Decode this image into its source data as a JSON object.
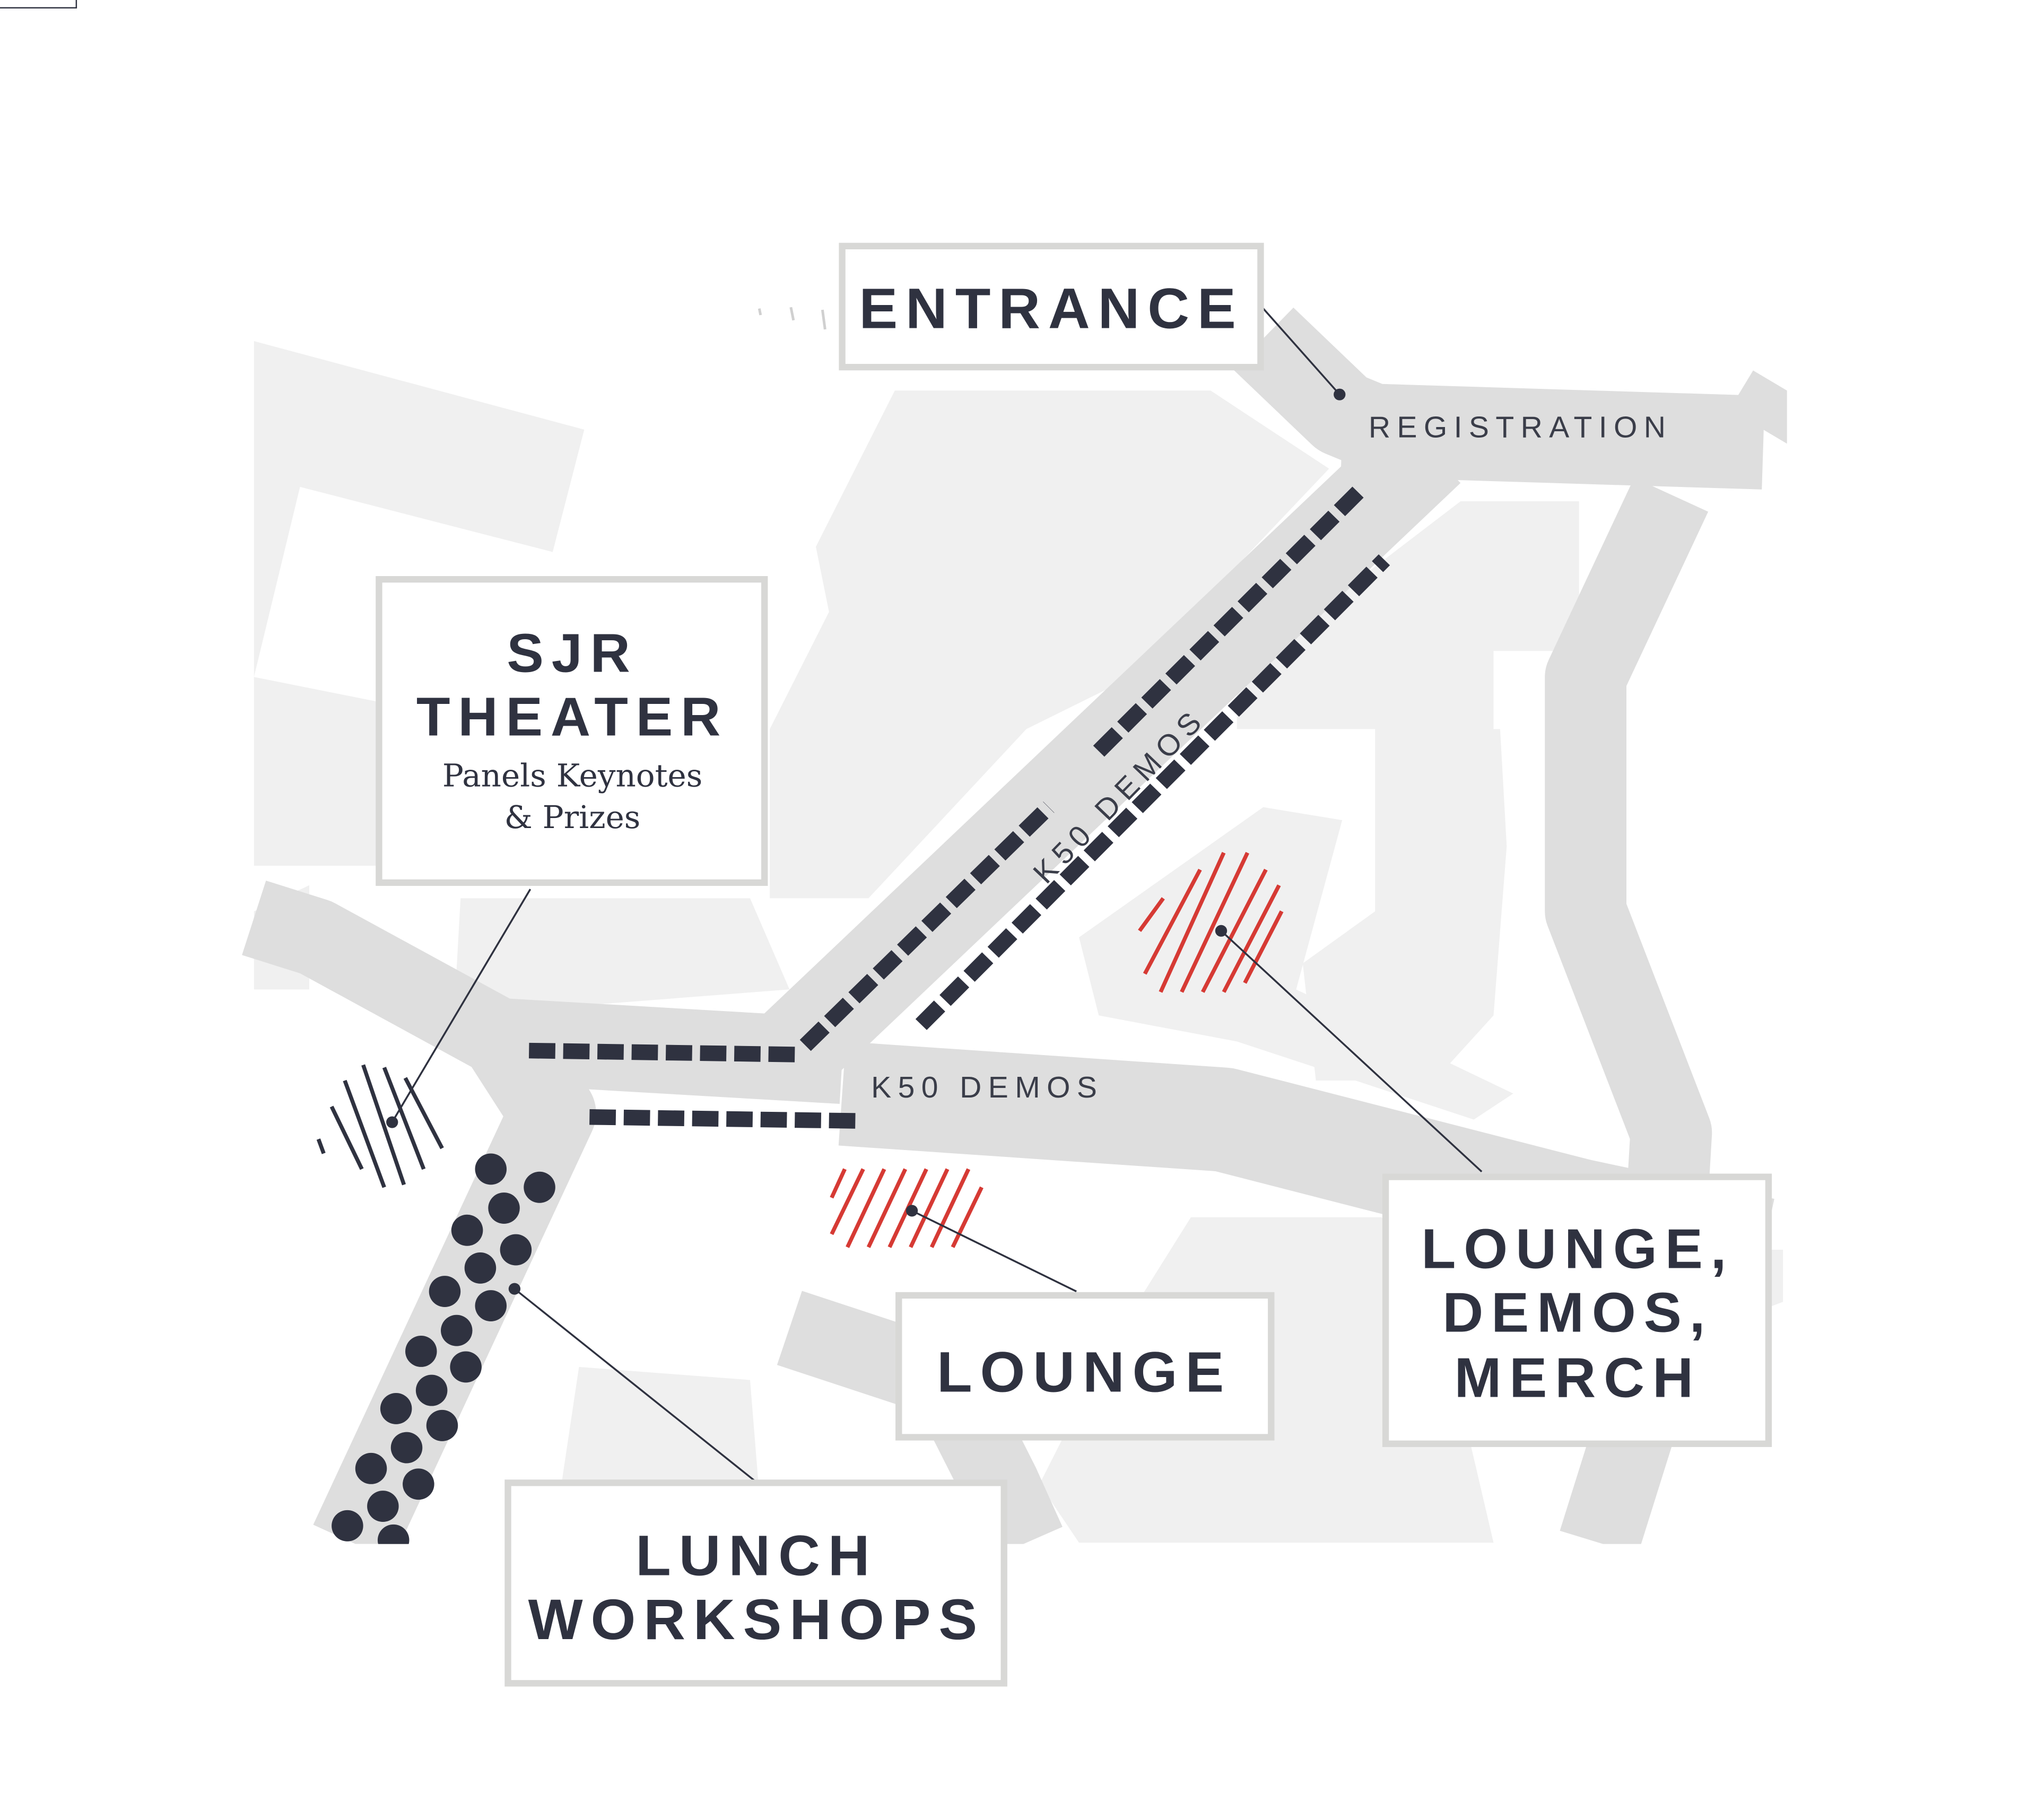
{
  "map": {
    "labels": {
      "entrance": "ENTRANCE",
      "registration": "REGISTRATION",
      "sjr_line1": "SJR",
      "sjr_line2": "THEATER",
      "sjr_sub1": "Panels Keynotes",
      "sjr_sub2": "& Prizes",
      "k50_diag": "K50 DEMOS",
      "k50_horiz": "K50 DEMOS",
      "lounge": "LOUNGE",
      "ldm_line1": "LOUNGE,",
      "ldm_line2": "DEMOS,",
      "ldm_line3": "MERCH",
      "lunch_line1": "LUNCH",
      "lunch_line2": "WORKSHOPS"
    },
    "colors": {
      "background": "#ffffff",
      "building": "#f0f0f0",
      "path": "#dedede",
      "marker": "#2f3240",
      "accent": "#d63a34",
      "label_border": "#d8d8d6"
    },
    "icons": {
      "marker_dashes": "dash-pattern",
      "hatch_dark": "hatch-dark-icon",
      "hatch_red": "hatch-red-icon",
      "dots": "dot-cluster-icon"
    }
  }
}
